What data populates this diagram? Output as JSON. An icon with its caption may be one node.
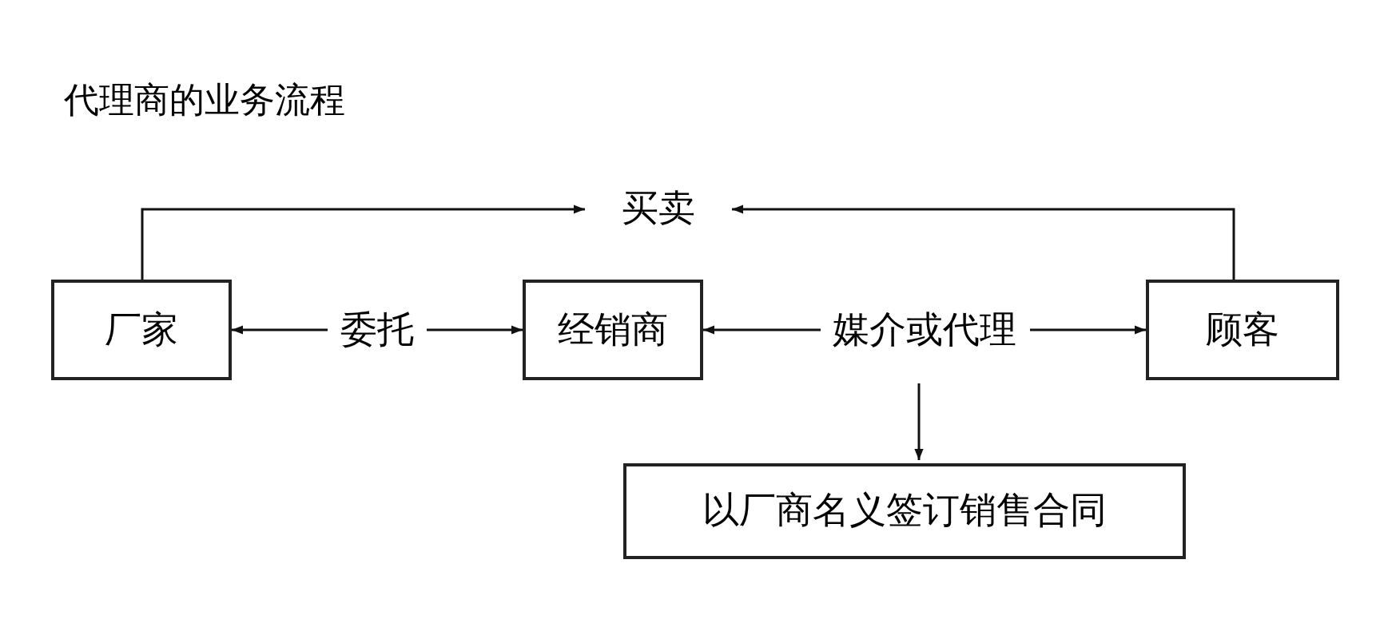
{
  "diagram": {
    "title": "代理商的业务流程",
    "nodes": [
      {
        "text": [
          "买卖"
        ]
      },
      {
        "text": [
          "厂家"
        ]
      },
      {
        "text": [
          "经销商"
        ]
      },
      {
        "text": [
          "顾客"
        ]
      },
      {
        "text": [
          "以厂商名义签订销售合同"
        ]
      }
    ],
    "edges": [
      {
        "from": 1,
        "to": 0,
        "arrow": "to"
      },
      {
        "from": 3,
        "to": 0,
        "arrow": "to"
      },
      {
        "from": 1,
        "to": 2,
        "arrow": "both",
        "label": "委托"
      },
      {
        "from": 2,
        "to": 3,
        "arrow": "both",
        "label": "媒介或代理"
      },
      {
        "from": null,
        "to": 4,
        "arrow": "to"
      }
    ]
  }
}
